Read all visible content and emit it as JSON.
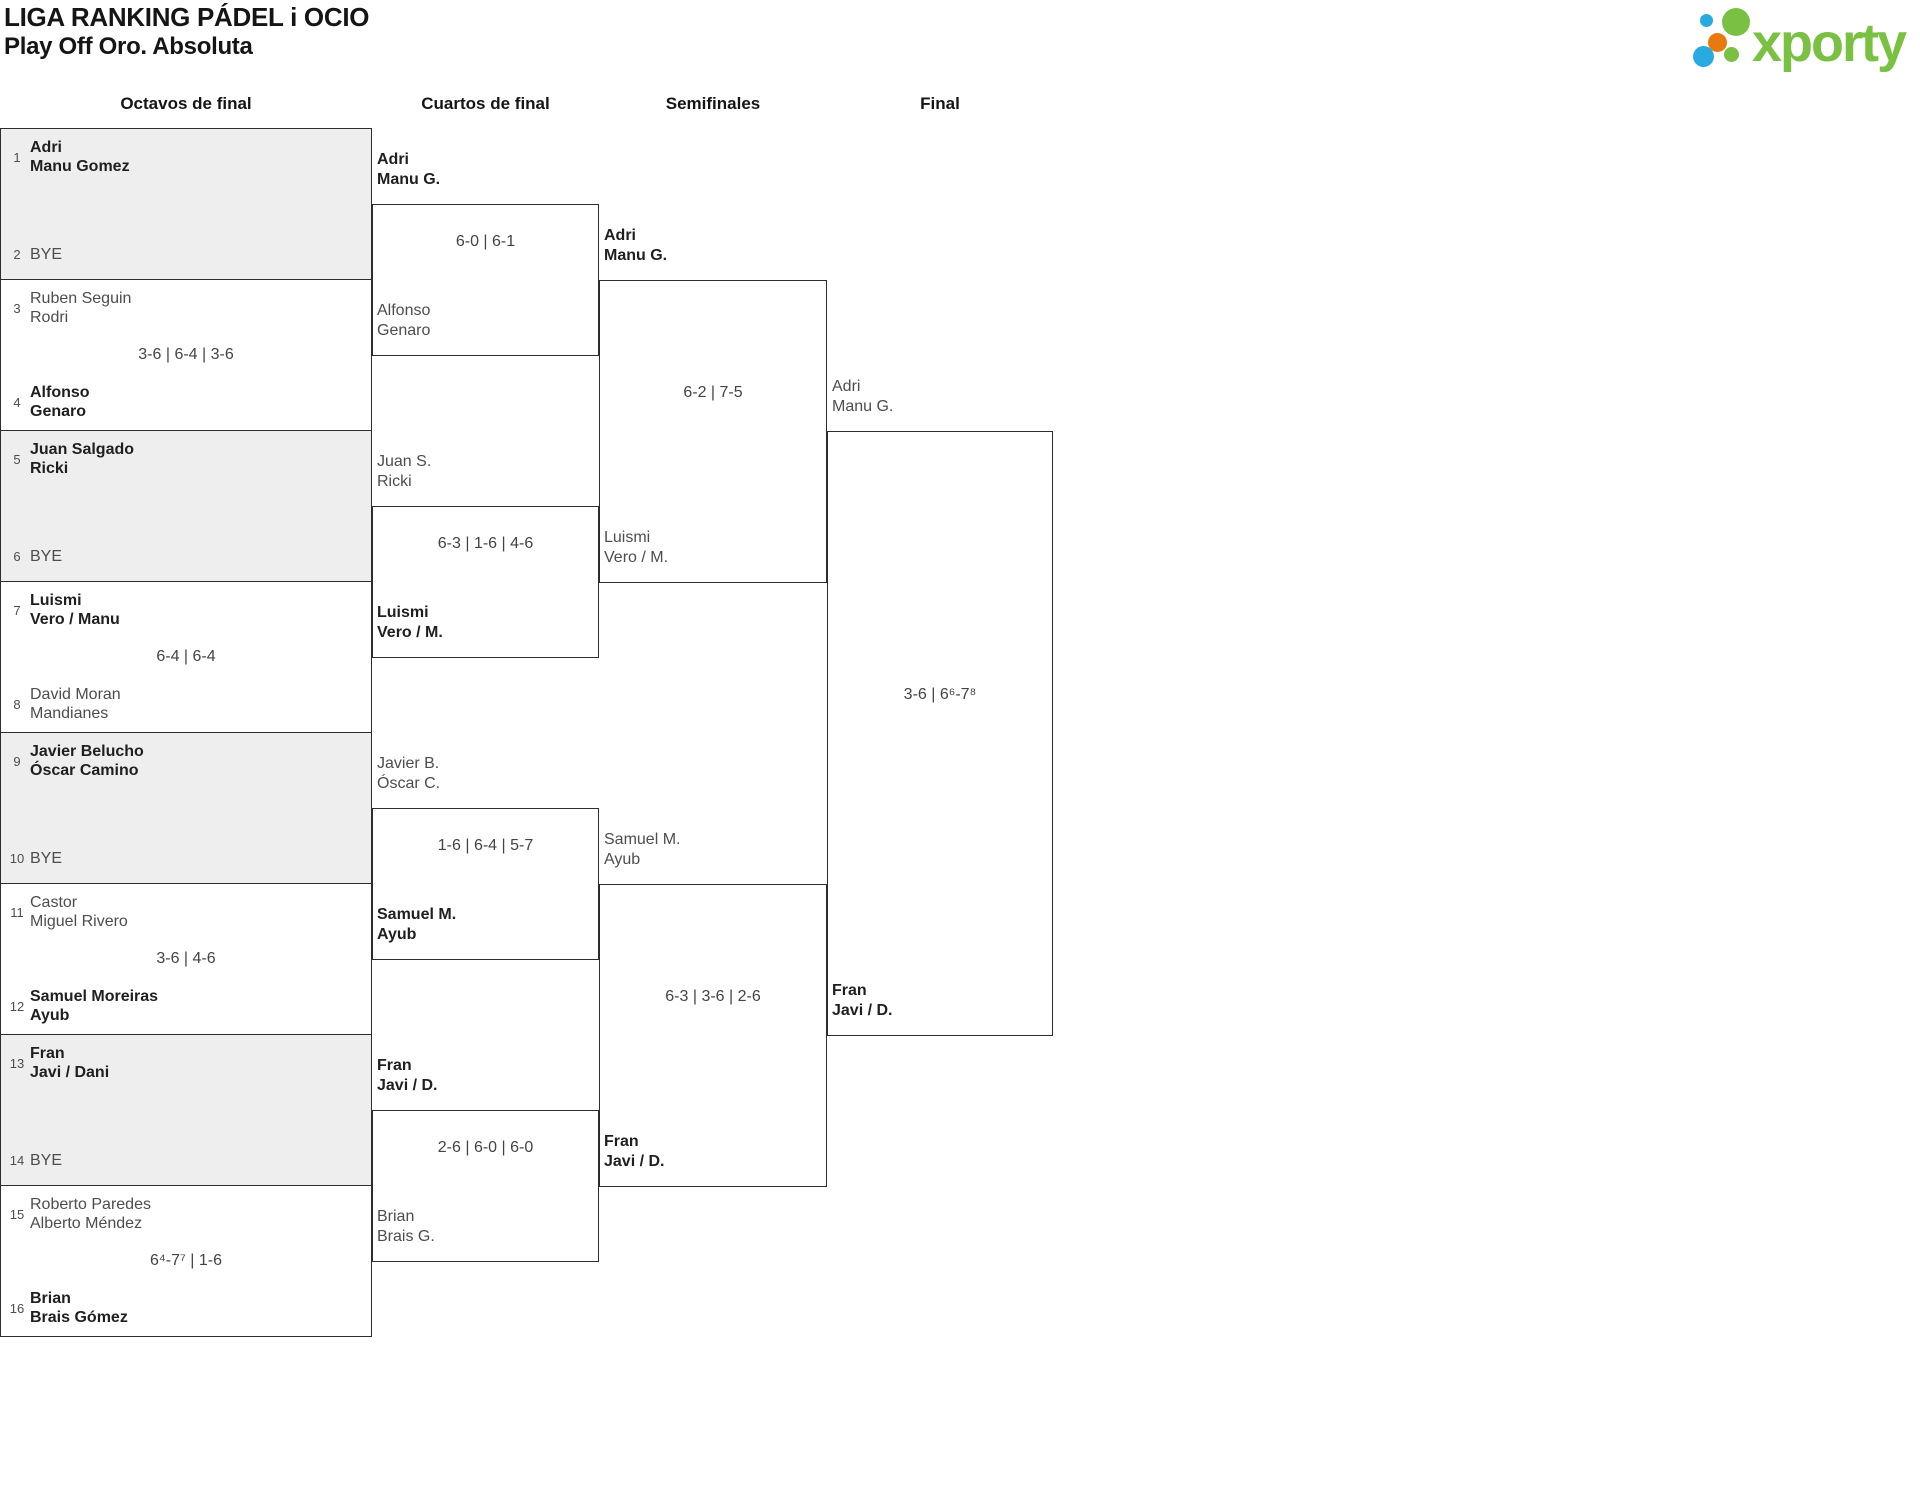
{
  "header": {
    "title": "LIGA RANKING PÁDEL i OCIO",
    "subtitle": "Play Off Oro. Absoluta"
  },
  "logo": {
    "brand": "xporty"
  },
  "colors": {
    "brand_green": "#7AC143",
    "brand_blue": "#29ABE2",
    "brand_orange": "#E8790F",
    "bye_background": "#EEEEEE"
  },
  "columns": [
    "Octavos de final",
    "Cuartos de final",
    "Semifinales",
    "Final"
  ],
  "octavos": {
    "matches": [
      {
        "bye": true,
        "seed_top": "1",
        "top": {
          "line1": "Adri",
          "line2": "Manu Gomez",
          "winner": true
        },
        "seed_bottom": "2",
        "bottom": {
          "line1": "BYE",
          "winner": false
        },
        "score": ""
      },
      {
        "bye": false,
        "seed_top": "3",
        "top": {
          "line1": "Ruben Seguin",
          "line2": "Rodri",
          "winner": false
        },
        "seed_bottom": "4",
        "bottom": {
          "line1": "Alfonso",
          "line2": "Genaro",
          "winner": true
        },
        "score": "3-6 | 6-4 | 3-6"
      },
      {
        "bye": true,
        "seed_top": "5",
        "top": {
          "line1": "Juan Salgado",
          "line2": "Ricki",
          "winner": true
        },
        "seed_bottom": "6",
        "bottom": {
          "line1": "BYE",
          "winner": false
        },
        "score": ""
      },
      {
        "bye": false,
        "seed_top": "7",
        "top": {
          "line1": "Luismi",
          "line2": "Vero / Manu",
          "winner": true
        },
        "seed_bottom": "8",
        "bottom": {
          "line1": "David Moran",
          "line2": "Mandianes",
          "winner": false
        },
        "score": "6-4 | 6-4"
      },
      {
        "bye": true,
        "seed_top": "9",
        "top": {
          "line1": "Javier Belucho",
          "line2": "Óscar Camino",
          "winner": true
        },
        "seed_bottom": "10",
        "bottom": {
          "line1": "BYE",
          "winner": false
        },
        "score": ""
      },
      {
        "bye": false,
        "seed_top": "11",
        "top": {
          "line1": "Castor",
          "line2": "Miguel Rivero",
          "winner": false
        },
        "seed_bottom": "12",
        "bottom": {
          "line1": "Samuel Moreiras",
          "line2": "Ayub",
          "winner": true
        },
        "score": "3-6 | 4-6"
      },
      {
        "bye": true,
        "seed_top": "13",
        "top": {
          "line1": "Fran",
          "line2": "Javi / Dani",
          "winner": true
        },
        "seed_bottom": "14",
        "bottom": {
          "line1": "BYE",
          "winner": false
        },
        "score": ""
      },
      {
        "bye": false,
        "seed_top": "15",
        "top": {
          "line1": "Roberto Paredes",
          "line2": "Alberto Méndez",
          "winner": false
        },
        "seed_bottom": "16",
        "bottom": {
          "line1": "Brian",
          "line2": "Brais Gómez",
          "winner": true
        },
        "score": "6⁴-7⁷ | 1-6"
      }
    ]
  },
  "cuartos": {
    "matches": [
      {
        "top": {
          "line1": "Adri",
          "line2": "Manu G.",
          "winner": true
        },
        "bottom": {
          "line1": "Alfonso",
          "line2": "Genaro",
          "winner": false
        },
        "score": "6-0 | 6-1"
      },
      {
        "top": {
          "line1": "Juan S.",
          "line2": "Ricki",
          "winner": false
        },
        "bottom": {
          "line1": "Luismi",
          "line2": "Vero / M.",
          "winner": true
        },
        "score": "6-3 | 1-6 | 4-6"
      },
      {
        "top": {
          "line1": "Javier B.",
          "line2": "Óscar C.",
          "winner": false
        },
        "bottom": {
          "line1": "Samuel M.",
          "line2": "Ayub",
          "winner": true
        },
        "score": "1-6 | 6-4 | 5-7"
      },
      {
        "top": {
          "line1": "Fran",
          "line2": "Javi / D.",
          "winner": true
        },
        "bottom": {
          "line1": "Brian",
          "line2": "Brais G.",
          "winner": false
        },
        "score": "2-6 | 6-0 | 6-0"
      }
    ]
  },
  "semifinales": {
    "matches": [
      {
        "top": {
          "line1": "Adri",
          "line2": "Manu G.",
          "winner": true
        },
        "bottom": {
          "line1": "Luismi",
          "line2": "Vero / M.",
          "winner": false
        },
        "score": "6-2 | 7-5"
      },
      {
        "top": {
          "line1": "Samuel M.",
          "line2": "Ayub",
          "winner": false
        },
        "bottom": {
          "line1": "Fran",
          "line2": "Javi / D.",
          "winner": true
        },
        "score": "6-3 | 3-6 | 2-6"
      }
    ]
  },
  "final": {
    "match": {
      "top": {
        "line1": "Adri",
        "line2": "Manu G.",
        "winner": false
      },
      "bottom": {
        "line1": "Fran",
        "line2": "Javi / D.",
        "winner": true
      },
      "score": "3-6 | 6⁶-7⁸"
    }
  }
}
